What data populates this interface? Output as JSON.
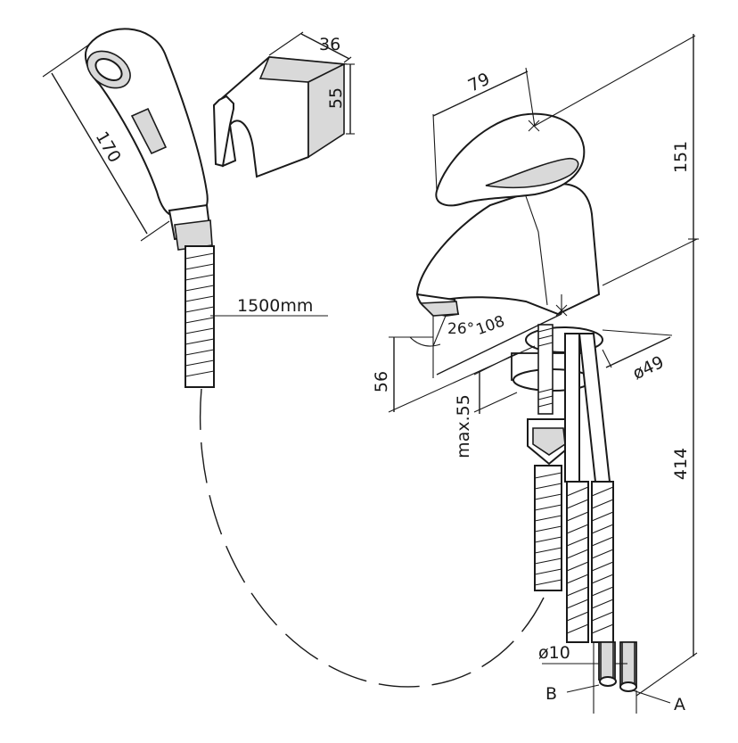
{
  "drawing": {
    "handshower_length": "170",
    "holder_width": "36",
    "holder_height": "55",
    "hose_length": "1500mm",
    "lever_length": "79",
    "height_upper": "151",
    "height_lower": "414",
    "spout_angle": "26°",
    "spout_reach": "108",
    "spout_height": "56",
    "max_thickness": "max.55",
    "base_diameter": "ø49",
    "pipe_diameter": "ø10",
    "connection_b": "B",
    "connection_a": "A"
  }
}
